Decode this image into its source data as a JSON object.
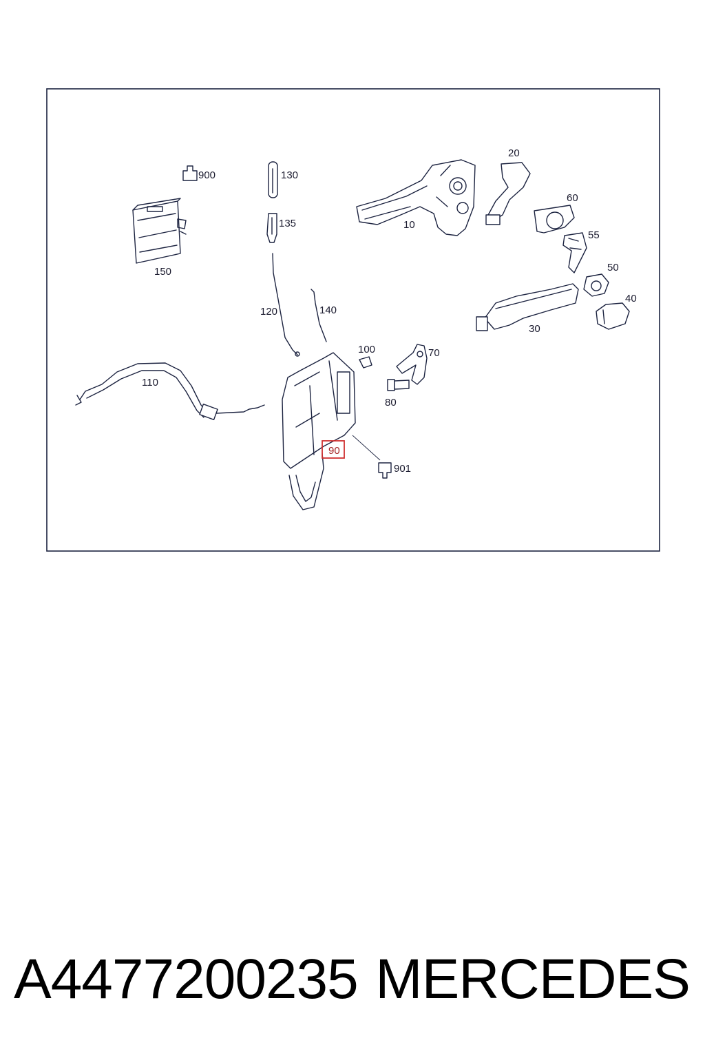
{
  "diagram": {
    "highlight_color": "#d03030",
    "highlighted_part": "90",
    "callouts": {
      "c900": "900",
      "c130": "130",
      "c135": "135",
      "c150": "150",
      "c120": "120",
      "c140": "140",
      "c10": "10",
      "c20": "20",
      "c60": "60",
      "c55": "55",
      "c50": "50",
      "c40": "40",
      "c30": "30",
      "c100": "100",
      "c70": "70",
      "c80": "80",
      "c110": "110",
      "c90": "90",
      "c901": "901"
    }
  },
  "footer": {
    "part_number": "A4477200235",
    "brand": "MERCEDES"
  }
}
